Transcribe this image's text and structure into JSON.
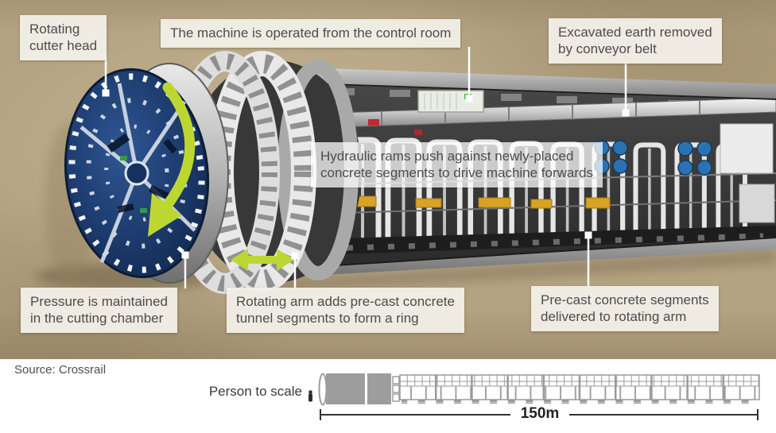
{
  "labels": [
    {
      "id": "rotating-cutter-head",
      "lines": [
        "Rotating",
        "cutter head"
      ]
    },
    {
      "id": "control-room",
      "lines": [
        "The machine is operated from the control room"
      ]
    },
    {
      "id": "conveyor",
      "lines": [
        "Excavated earth removed",
        "by conveyor belt"
      ]
    },
    {
      "id": "hydraulic-rams",
      "lines": [
        "Hydraulic rams push against newly-placed",
        "concrete segments to drive machine forwards"
      ]
    },
    {
      "id": "pressure",
      "lines": [
        "Pressure is maintained",
        "in the cutting chamber"
      ]
    },
    {
      "id": "rotating-arm",
      "lines": [
        "Rotating arm adds pre-cast concrete",
        "tunnel segments to form a ring"
      ]
    },
    {
      "id": "precast-segments",
      "lines": [
        "Pre-cast concrete segments",
        "delivered to rotating arm"
      ]
    }
  ],
  "footer": {
    "source": "Source: Crossrail",
    "person_label": "Person to scale",
    "distance": "150m"
  },
  "icons": {
    "rotation_arrow": "curved-green-rotation-arrow",
    "shuttle_arrow": "double-headed-green-arrow",
    "person": "person-silhouette"
  },
  "colors": {
    "background": "#b4a381",
    "panel": "#ffffff",
    "label_bg": "#f1eee7",
    "label_text": "#4c4c4c",
    "accent_green": "#bdd732",
    "cutter_blue": "#1d3c6f",
    "machine_gray": "#9a9a9a"
  }
}
